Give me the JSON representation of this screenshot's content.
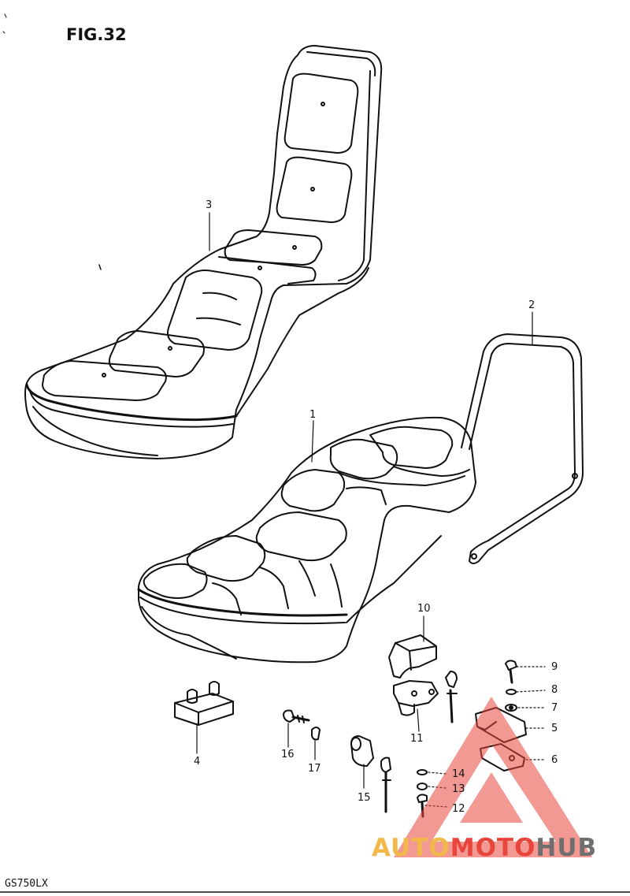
{
  "figure": {
    "title": "FIG.32",
    "model": "GS750LX"
  },
  "parts": [
    {
      "number": "1"
    },
    {
      "number": "2"
    },
    {
      "number": "3"
    },
    {
      "number": "4"
    },
    {
      "number": "5"
    },
    {
      "number": "6"
    },
    {
      "number": "7"
    },
    {
      "number": "8"
    },
    {
      "number": "9"
    },
    {
      "number": "10"
    },
    {
      "number": "11"
    },
    {
      "number": "12"
    },
    {
      "number": "13"
    },
    {
      "number": "14"
    },
    {
      "number": "15"
    },
    {
      "number": "16"
    },
    {
      "number": "17"
    }
  ],
  "watermark": {
    "part1": "AUTO",
    "part2": "MOTO",
    "part3": "HUB",
    "logo_color": "#e8463c"
  }
}
